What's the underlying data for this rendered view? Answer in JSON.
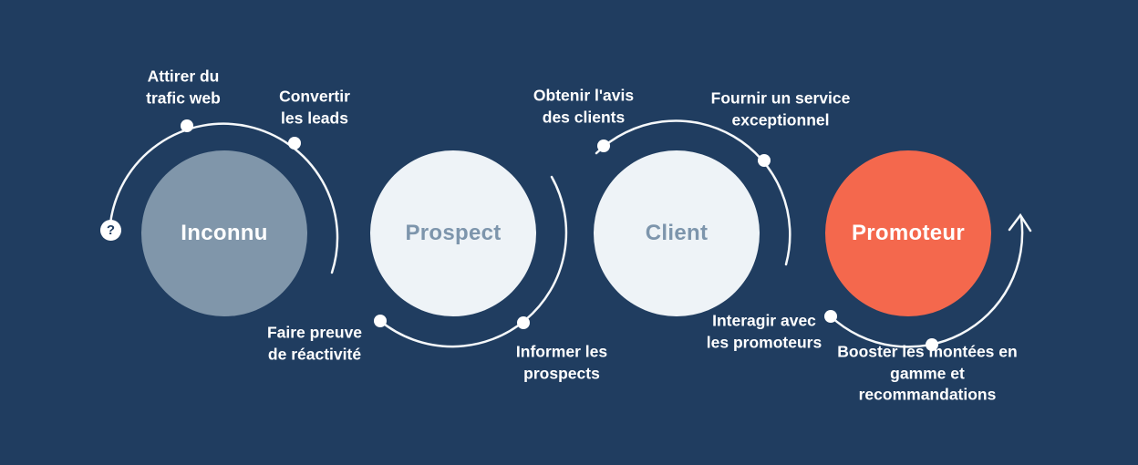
{
  "diagram": {
    "type": "customer-journey-flow",
    "background_color": "#203d60",
    "arc_color": "#f5f8fa",
    "start_marker": "?",
    "stages": [
      {
        "label": "Inconnu",
        "color": "#8096aa",
        "text_color": "#ffffff"
      },
      {
        "label": "Prospect",
        "color": "#eef3f7",
        "text_color": "#7d95ac"
      },
      {
        "label": "Client",
        "color": "#eef3f7",
        "text_color": "#7d95ac"
      },
      {
        "label": "Promoteur",
        "color": "#f4684d",
        "text_color": "#ffffff"
      }
    ],
    "annotations": [
      {
        "text": "Attirer du\ntrafic web",
        "position": "above-inconnu-left"
      },
      {
        "text": "Convertir\nles leads",
        "position": "above-inconnu-right"
      },
      {
        "text": "Obtenir l'avis\ndes clients",
        "position": "above-client-left"
      },
      {
        "text": "Fournir un service\nexceptionnel",
        "position": "above-client-right"
      },
      {
        "text": "Faire preuve\nde réactivité",
        "position": "below-prospect-left"
      },
      {
        "text": "Informer les\nprospects",
        "position": "below-prospect-right"
      },
      {
        "text": "Interagir avec\nles promoteurs",
        "position": "below-promoteur-left"
      },
      {
        "text": "Booster les montées en\ngamme et recommandations",
        "position": "below-promoteur-right"
      }
    ]
  }
}
